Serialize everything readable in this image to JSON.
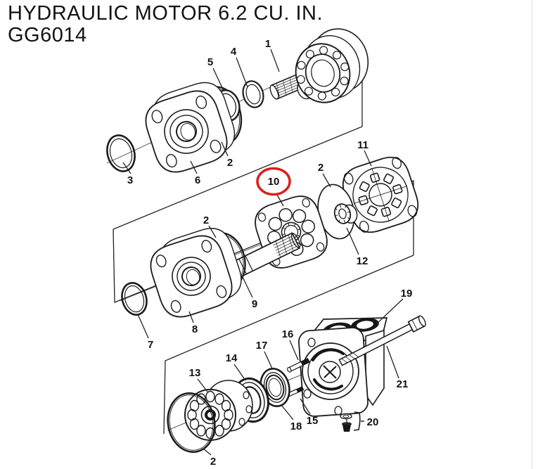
{
  "page": {
    "title_line1": "HYDRAULIC MOTOR 6.2 CU. IN.",
    "title_line2": "GG6014"
  },
  "diagram": {
    "description": "exploded-view parts diagram, three slanted panels",
    "highlight": {
      "callout": "10",
      "color": "#d9201d"
    },
    "line_color": "#1c1c1c",
    "callouts": [
      {
        "id": "c1",
        "label": "1"
      },
      {
        "id": "c4",
        "label": "4"
      },
      {
        "id": "c5",
        "label": "5"
      },
      {
        "id": "c2-top",
        "label": "2"
      },
      {
        "id": "c3",
        "label": "3"
      },
      {
        "id": "c6",
        "label": "6"
      },
      {
        "id": "c11",
        "label": "11"
      },
      {
        "id": "c10",
        "label": "10"
      },
      {
        "id": "c2-disc",
        "label": "2"
      },
      {
        "id": "c2-mid",
        "label": "2"
      },
      {
        "id": "c12",
        "label": "12"
      },
      {
        "id": "c9",
        "label": "9"
      },
      {
        "id": "c8",
        "label": "8"
      },
      {
        "id": "c7",
        "label": "7"
      },
      {
        "id": "c13",
        "label": "13"
      },
      {
        "id": "c14",
        "label": "14"
      },
      {
        "id": "c17",
        "label": "17"
      },
      {
        "id": "c16",
        "label": "16"
      },
      {
        "id": "c19",
        "label": "19"
      },
      {
        "id": "c15",
        "label": "15"
      },
      {
        "id": "c18",
        "label": "18"
      },
      {
        "id": "c2-bottom",
        "label": "2"
      },
      {
        "id": "c20",
        "label": "20"
      },
      {
        "id": "c21",
        "label": "21"
      }
    ]
  }
}
